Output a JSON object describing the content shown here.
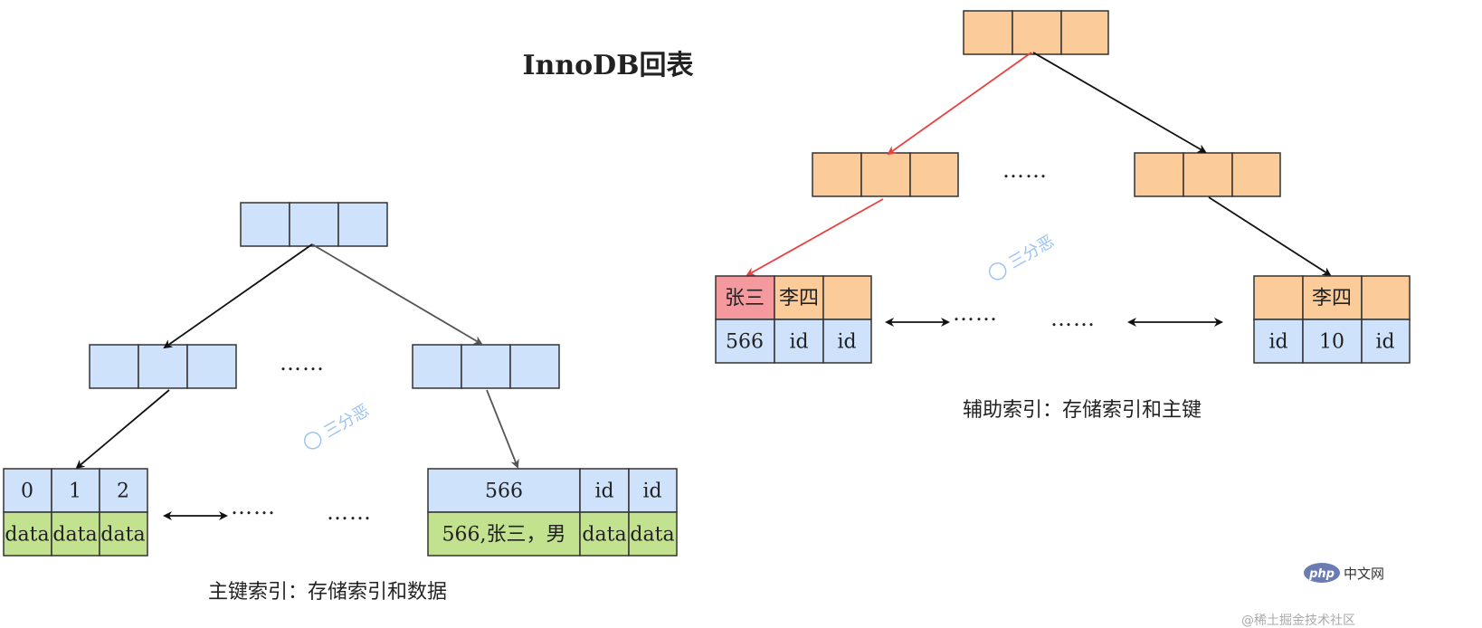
{
  "title": "InnoDB回表",
  "ellipsis": "……",
  "watermark": "三分恶",
  "left_tree": {
    "leaf_left": {
      "keys": [
        "0",
        "1",
        "2"
      ],
      "data": [
        "data",
        "data",
        "data"
      ]
    },
    "leaf_right": {
      "keys": [
        "566",
        "id",
        "id"
      ],
      "data": [
        "566,张三，男",
        "data",
        "data"
      ]
    },
    "caption": "主键索引：存储索引和数据"
  },
  "right_tree": {
    "leaf_left": {
      "top": [
        "张三",
        "李四",
        ""
      ],
      "bottom": [
        "566",
        "id",
        "id"
      ]
    },
    "leaf_right": {
      "top": [
        "",
        "李四",
        ""
      ],
      "bottom": [
        "id",
        "10",
        "id"
      ]
    },
    "caption": "辅助索引：存储索引和主键"
  },
  "footer": {
    "logo_text": "php",
    "site_text": "中文网",
    "credit": "@稀土掘金技术社区"
  },
  "colors": {
    "primary_node": "#cfe2fb",
    "secondary_node": "#fbcb9a",
    "data_cell": "#c2e28f",
    "highlight_cell": "#f49a9f",
    "highlight_arrow": "#e8413f"
  }
}
